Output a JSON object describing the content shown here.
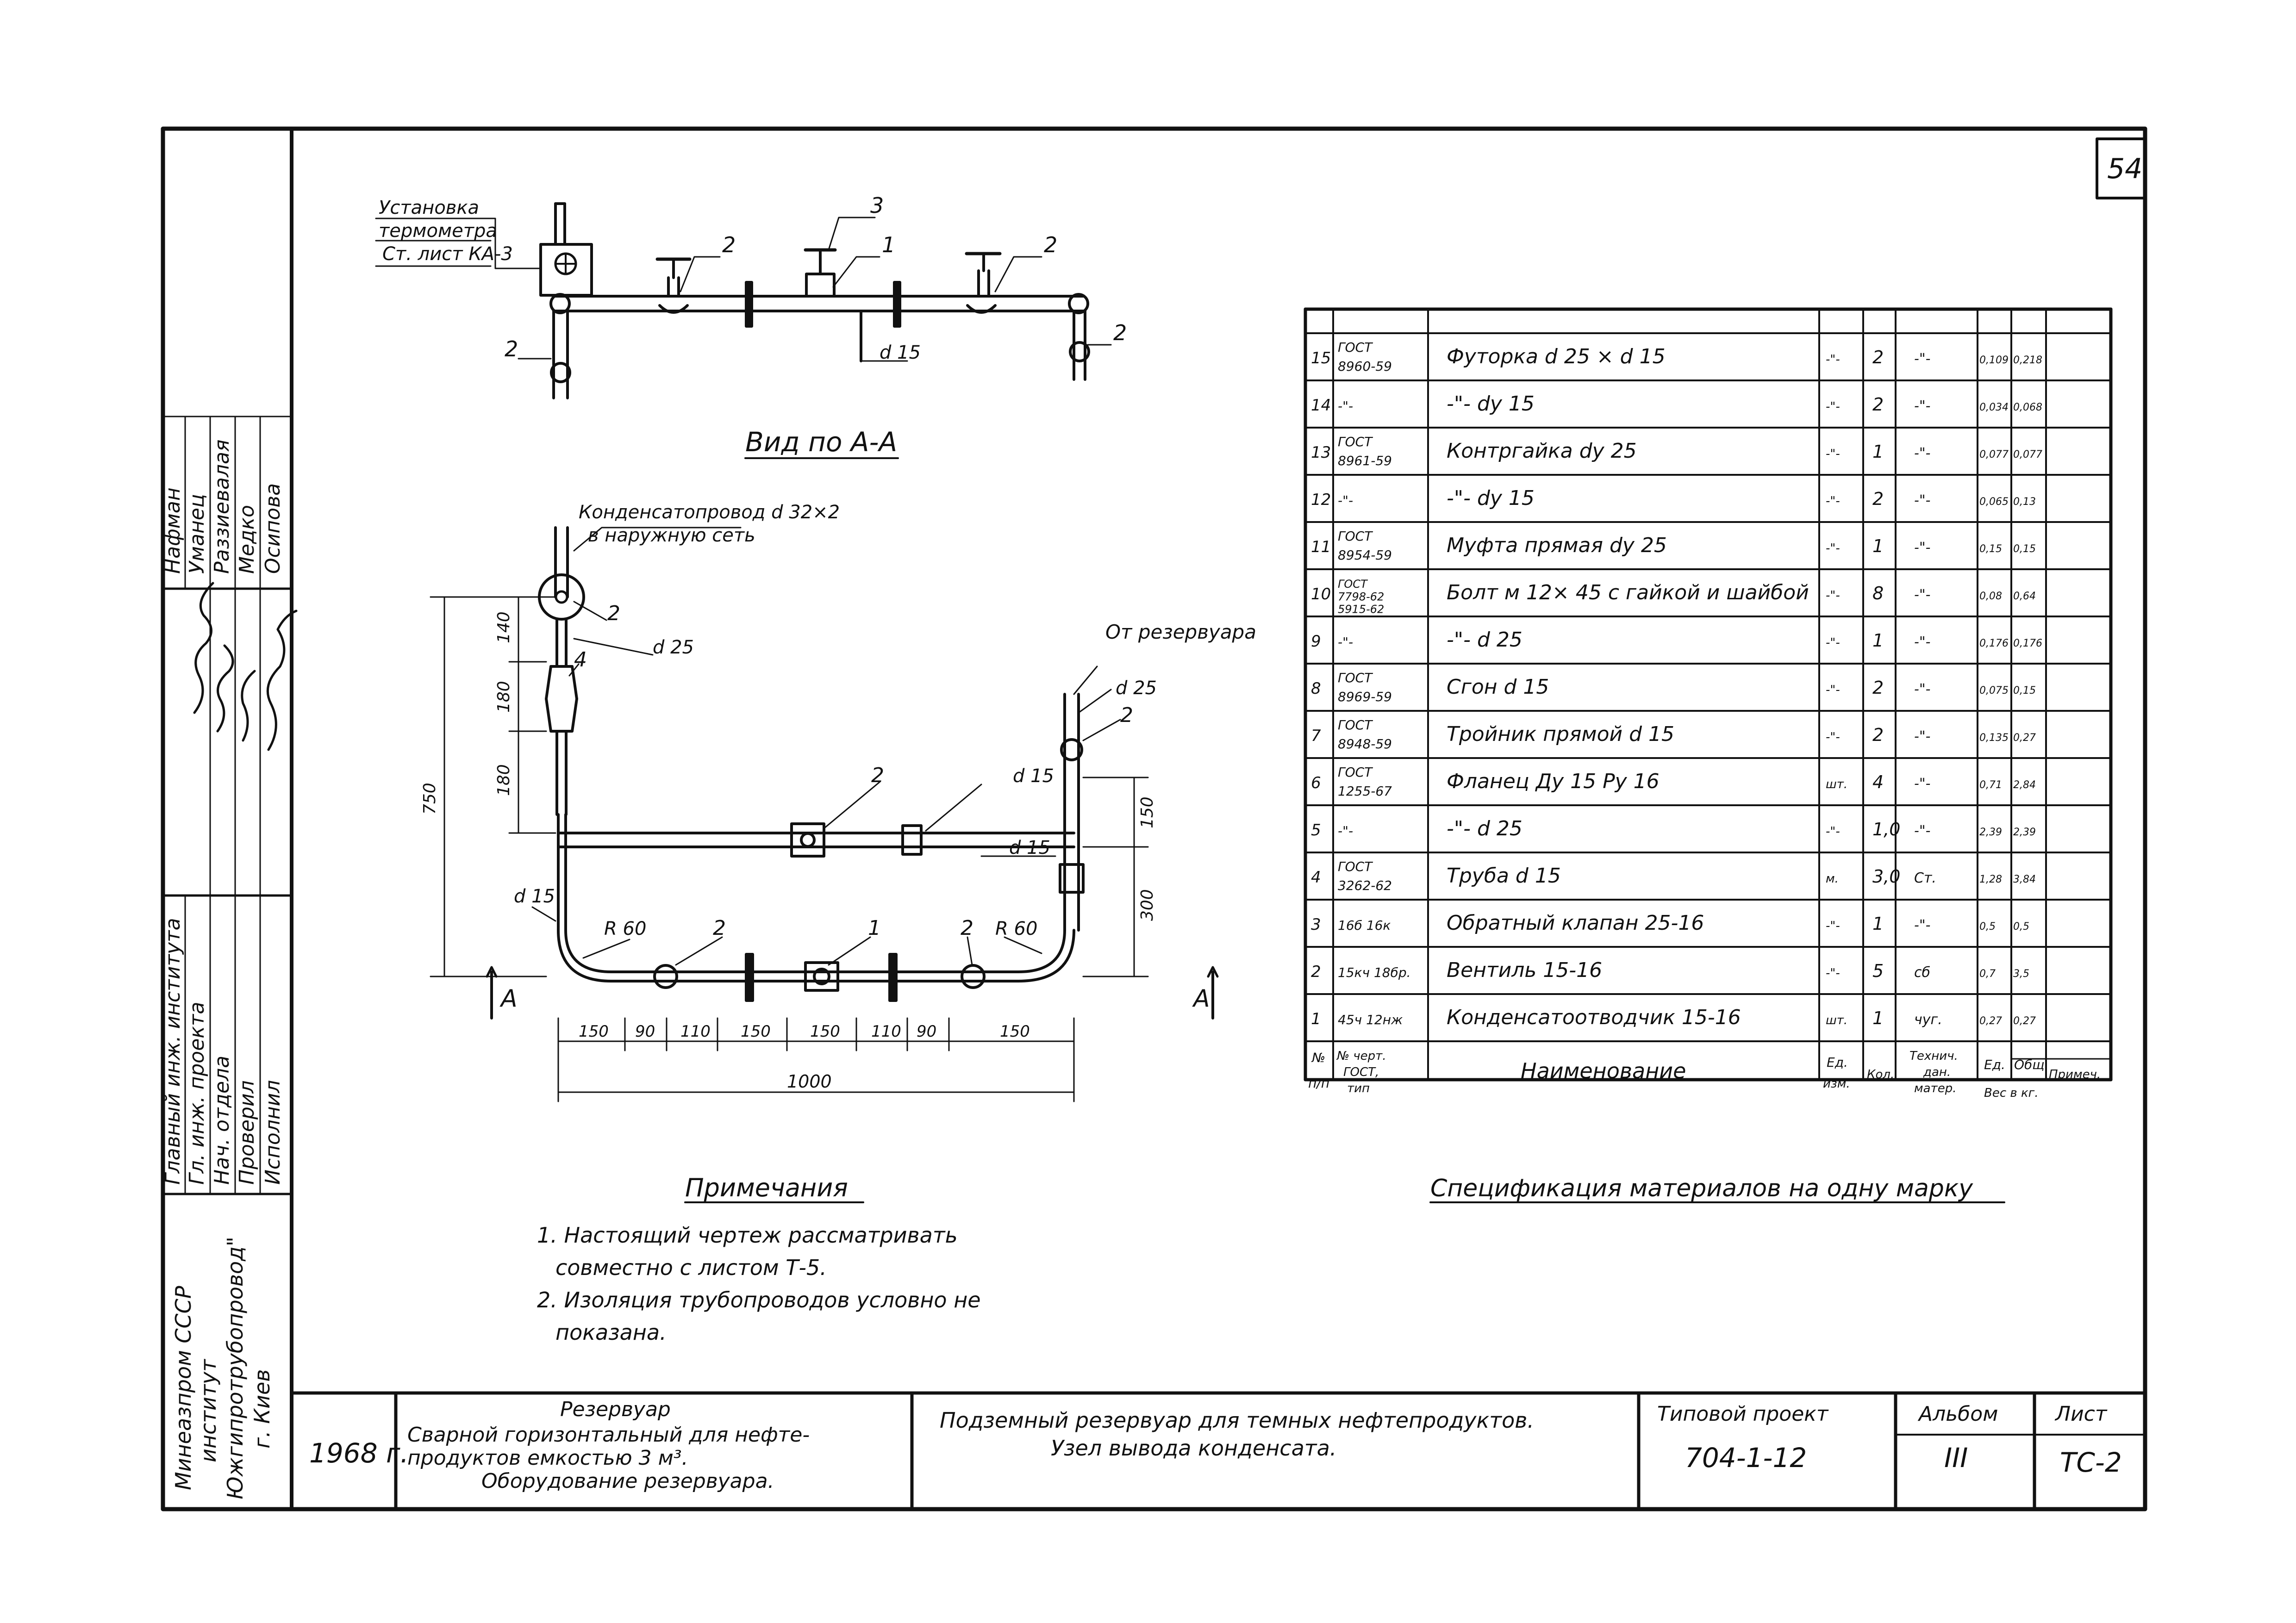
{
  "sheet_number": "54",
  "left_strip": {
    "org_lines": [
      "Минеазпром СССР",
      "институт",
      "Южгипротрубопровод\"",
      "г. Киев"
    ],
    "roles": [
      "Главный инж. института",
      "Гл. инж. проекта",
      "Нач. отдела",
      "Проверил",
      "Исполнил"
    ],
    "names": [
      "Нафман",
      "Уманец",
      "Раззиевалая",
      "Медко",
      "Осипова"
    ]
  },
  "top_view": {
    "thermometer_label": [
      "Установка",
      "термометра",
      "Ст. лист КА-3"
    ],
    "callouts": [
      "3",
      "2",
      "1",
      "2",
      "2",
      "2"
    ],
    "dim_d15": "d 15"
  },
  "view_aa": {
    "title": "Вид по А-А",
    "condensate_label": [
      "Конденсатопровод d 32×2",
      "в наружную сеть"
    ],
    "from_reservoir": "От резервуара",
    "callouts": {
      "c2a": "2",
      "c4": "4",
      "c2b": "2",
      "c2c": "2",
      "c1": "1",
      "c2d": "2",
      "c2e": "2"
    },
    "pipe_labels": {
      "d25a": "d 25",
      "d25b": "d 25",
      "d15a": "d 15",
      "d15b": "d 15",
      "d15c": "d 15",
      "r60a": "R 60",
      "r60b": "R 60"
    },
    "vert_dims": [
      "140",
      "180",
      "180",
      "750"
    ],
    "right_dims": [
      "150",
      "300"
    ],
    "horiz_dims": [
      "150",
      "90",
      "110",
      "150",
      "150",
      "110",
      "90",
      "150"
    ],
    "total_dim": "1000",
    "section_mark": "A"
  },
  "notes": {
    "heading": "Примечания",
    "lines": [
      "1. Настоящий чертеж рассматривать",
      "совместно с листом Т-5.",
      "2. Изоляция трубопроводов условно не",
      "показана."
    ]
  },
  "spec": {
    "title": "Спецификация материалов на одну марку",
    "headers": {
      "no": [
        "№",
        "п/п"
      ],
      "std": [
        "№ черт.",
        "ГОСТ,",
        "тип"
      ],
      "name": "Наименование",
      "unit": [
        "Ед.",
        "изм."
      ],
      "qty": "Кол.",
      "material": [
        "Технич.",
        "дан.",
        "матер."
      ],
      "w1": "Ед.",
      "w2": "Общ.",
      "weight_unit": "Вес в кг.",
      "note": "Примеч."
    },
    "rows": [
      {
        "no": "15",
        "std": [
          "ГОСТ",
          "8960-59"
        ],
        "name": "Футорка d 25 × d 15",
        "unit": "-\"-",
        "qty": "2",
        "mat": "-\"-",
        "w1": "0,109",
        "w2": "0,218"
      },
      {
        "no": "14",
        "std": [
          "-\"-"
        ],
        "name": "-\"- dy 15",
        "unit": "-\"-",
        "qty": "2",
        "mat": "-\"-",
        "w1": "0,034",
        "w2": "0,068"
      },
      {
        "no": "13",
        "std": [
          "ГОСТ",
          "8961-59"
        ],
        "name": "Контргайка dy 25",
        "unit": "-\"-",
        "qty": "1",
        "mat": "-\"-",
        "w1": "0,077",
        "w2": "0,077"
      },
      {
        "no": "12",
        "std": [
          "-\"-"
        ],
        "name": "-\"- dy 15",
        "unit": "-\"-",
        "qty": "2",
        "mat": "-\"-",
        "w1": "0,065",
        "w2": "0,13"
      },
      {
        "no": "11",
        "std": [
          "ГОСТ",
          "8954-59"
        ],
        "name": "Муфта прямая dy 25",
        "unit": "-\"-",
        "qty": "1",
        "mat": "-\"-",
        "w1": "0,15",
        "w2": "0,15"
      },
      {
        "no": "10",
        "std": [
          "ГОСТ",
          "7798-62",
          "5915-62"
        ],
        "name": "Болт м 12× 45 с гайкой и шайбой",
        "unit": "-\"-",
        "qty": "8",
        "mat": "-\"-",
        "w1": "0,08",
        "w2": "0,64"
      },
      {
        "no": "9",
        "std": [
          "-\"-"
        ],
        "name": "-\"- d 25",
        "unit": "-\"-",
        "qty": "1",
        "mat": "-\"-",
        "w1": "0,176",
        "w2": "0,176"
      },
      {
        "no": "8",
        "std": [
          "ГОСТ",
          "8969-59"
        ],
        "name": "Сгон d 15",
        "unit": "-\"-",
        "qty": "2",
        "mat": "-\"-",
        "w1": "0,075",
        "w2": "0,15"
      },
      {
        "no": "7",
        "std": [
          "ГОСТ",
          "8948-59"
        ],
        "name": "Тройник прямой d 15",
        "unit": "-\"-",
        "qty": "2",
        "mat": "-\"-",
        "w1": "0,135",
        "w2": "0,27"
      },
      {
        "no": "6",
        "std": [
          "ГОСТ",
          "1255-67"
        ],
        "name": "Фланец Ду 15 Ру 16",
        "unit": "шт.",
        "qty": "4",
        "mat": "-\"-",
        "w1": "0,71",
        "w2": "2,84"
      },
      {
        "no": "5",
        "std": [
          "-\"-"
        ],
        "name": "-\"- d 25",
        "unit": "-\"-",
        "qty": "1,0",
        "mat": "-\"-",
        "w1": "2,39",
        "w2": "2,39"
      },
      {
        "no": "4",
        "std": [
          "ГОСТ",
          "3262-62"
        ],
        "name": "Труба d 15",
        "unit": "м.",
        "qty": "3,0",
        "mat": "Ст.",
        "w1": "1,28",
        "w2": "3,84"
      },
      {
        "no": "3",
        "std": [
          "16б 16к"
        ],
        "name": "Обратный клапан 25-16",
        "unit": "-\"-",
        "qty": "1",
        "mat": "-\"-",
        "w1": "0,5",
        "w2": "0,5"
      },
      {
        "no": "2",
        "std": [
          "15кч 18бр."
        ],
        "name": "Вентиль 15-16",
        "unit": "-\"-",
        "qty": "5",
        "mat": "сб",
        "w1": "0,7",
        "w2": "3,5"
      },
      {
        "no": "1",
        "std": [
          "45ч 12нж"
        ],
        "name": "Конденсатоотводчик 15-16",
        "unit": "шт.",
        "qty": "1",
        "mat": "чуг.",
        "w1": "0,27",
        "w2": "0,27"
      }
    ]
  },
  "title_block": {
    "year": "1968 г.",
    "object": [
      "Резервуар",
      "Сварной горизонтальный для нефте-",
      "продуктов емкостью 3 м³.",
      "Оборудование резервуара."
    ],
    "title": [
      "Подземный резервуар для темных нефтепродуктов.",
      "Узел вывода конденсата."
    ],
    "project_label": "Типовой проект",
    "project_no": "704-1-12",
    "album_label": "Альбом",
    "album_no": "III",
    "sheet_label": "Лист",
    "sheet_code": "ТС-2"
  }
}
